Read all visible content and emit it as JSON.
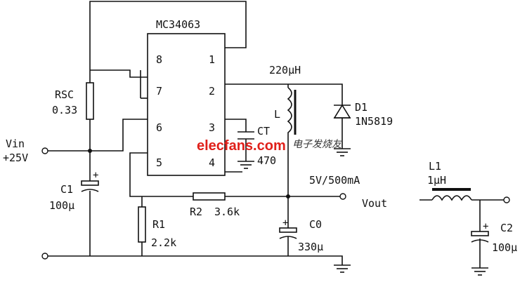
{
  "ic": {
    "name": "MC34063",
    "pins": [
      "8",
      "7",
      "6",
      "5",
      "1",
      "2",
      "3",
      "4"
    ]
  },
  "components": {
    "rsc": {
      "ref": "RSC",
      "value": "0.33"
    },
    "vin": {
      "ref": "Vin",
      "value": "+25V"
    },
    "c1": {
      "ref": "C1",
      "value": "100μ"
    },
    "r1": {
      "ref": "R1",
      "value": "2.2k"
    },
    "r2": {
      "ref": "R2",
      "value": "3.6k"
    },
    "l": {
      "ref": "L",
      "value": "220μH"
    },
    "d1": {
      "ref": "D1",
      "value": "1N5819"
    },
    "ct": {
      "ref": "CT",
      "value": "470"
    },
    "c0": {
      "ref": "C0",
      "value": "330μ"
    },
    "vout": {
      "ref": "Vout",
      "rating": "5V/500mA"
    },
    "l1": {
      "ref": "L1",
      "value": "1μH"
    },
    "c2": {
      "ref": "C2",
      "value": "100μ"
    },
    "plus": "+"
  },
  "watermark": {
    "brand": "elecfans.com",
    "cn": "电子发烧友"
  }
}
